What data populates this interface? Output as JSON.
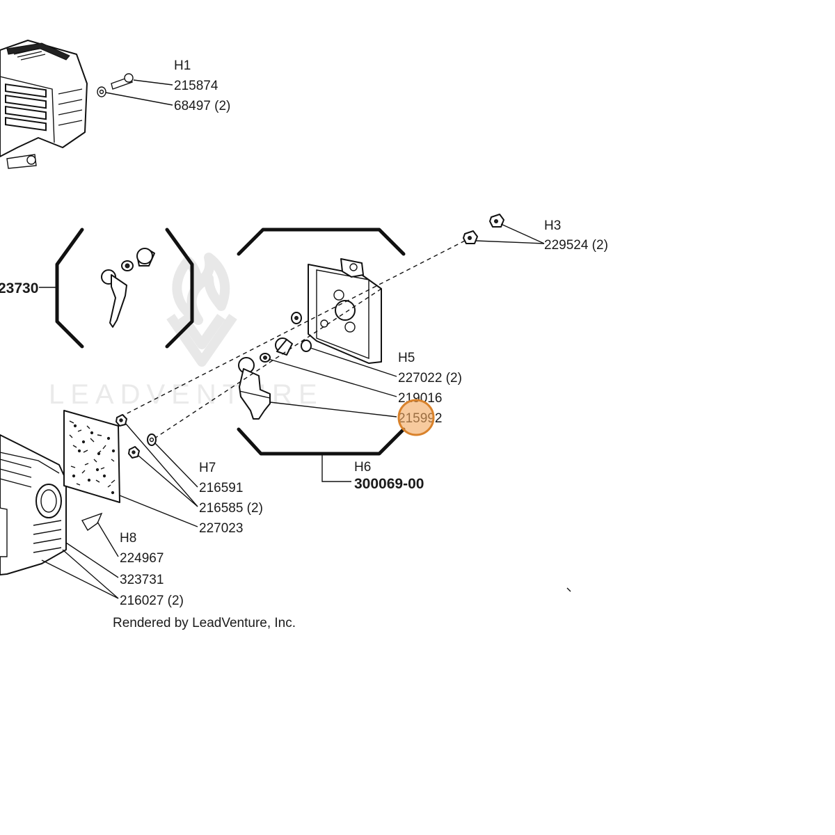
{
  "diagram": {
    "groups": [
      {
        "id": "H1",
        "parts": [
          "215874",
          "68497 (2)"
        ]
      },
      {
        "id": "H3",
        "parts": [
          "229524 (2)"
        ]
      },
      {
        "id": "H5",
        "parts": [
          "227022 (2)",
          "219016",
          "215992"
        ]
      },
      {
        "id": "H6",
        "parts": [
          "300069-00"
        ]
      },
      {
        "id": "H7",
        "parts": [
          "216591",
          "216585 (2)",
          "227023"
        ]
      },
      {
        "id": "H8",
        "parts": [
          "224967",
          "323731",
          "216027 (2)"
        ]
      }
    ],
    "left_assembly_label": "23730",
    "credit": "Rendered by LeadVenture, Inc.",
    "watermark": "LEADVENTURE",
    "highlight_target": "215992",
    "colors": {
      "highlight_fill": "#f2a65e",
      "highlight_stroke": "#d9822b",
      "ink": "#111111",
      "watermark": "#e6e6e6"
    }
  }
}
